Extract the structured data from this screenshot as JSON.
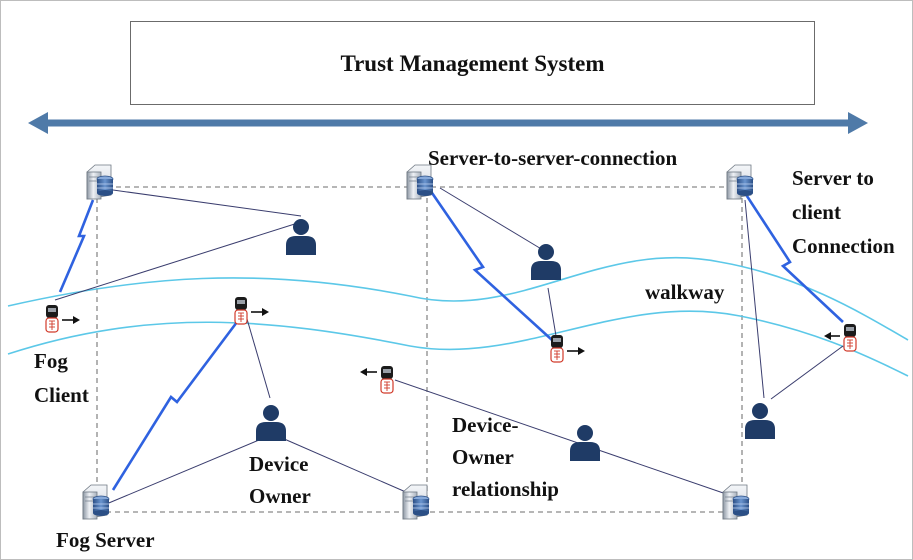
{
  "diagram": {
    "title": "Trust Management System",
    "labels": {
      "server_to_server": "Server-to-server-connection",
      "server_to_client": [
        "Server to",
        "client",
        "Connection"
      ],
      "walkway": "walkway",
      "fog_client": [
        "Fog",
        "Client"
      ],
      "device_owner": [
        "Device",
        "Owner"
      ],
      "device_owner_relationship": [
        "Device-",
        "Owner",
        "relationship"
      ],
      "fog_server": "Fog Server"
    },
    "icons": {
      "servers": [
        "server-icon",
        "server-icon",
        "server-icon",
        "server-icon",
        "server-icon",
        "server-icon"
      ],
      "persons": [
        "person-icon",
        "person-icon",
        "person-icon",
        "person-icon",
        "person-icon",
        "person-icon"
      ],
      "phones": [
        "phone-icon",
        "phone-icon",
        "phone-icon",
        "phone-icon",
        "phone-icon"
      ]
    },
    "colors": {
      "arrow": "#4f7aa8",
      "walkway": "#5cc8e8",
      "wireless": "#2f62e0",
      "person": "#1f3b66",
      "link": "#3a3d6e",
      "dashed": "#8a8a8a"
    }
  }
}
